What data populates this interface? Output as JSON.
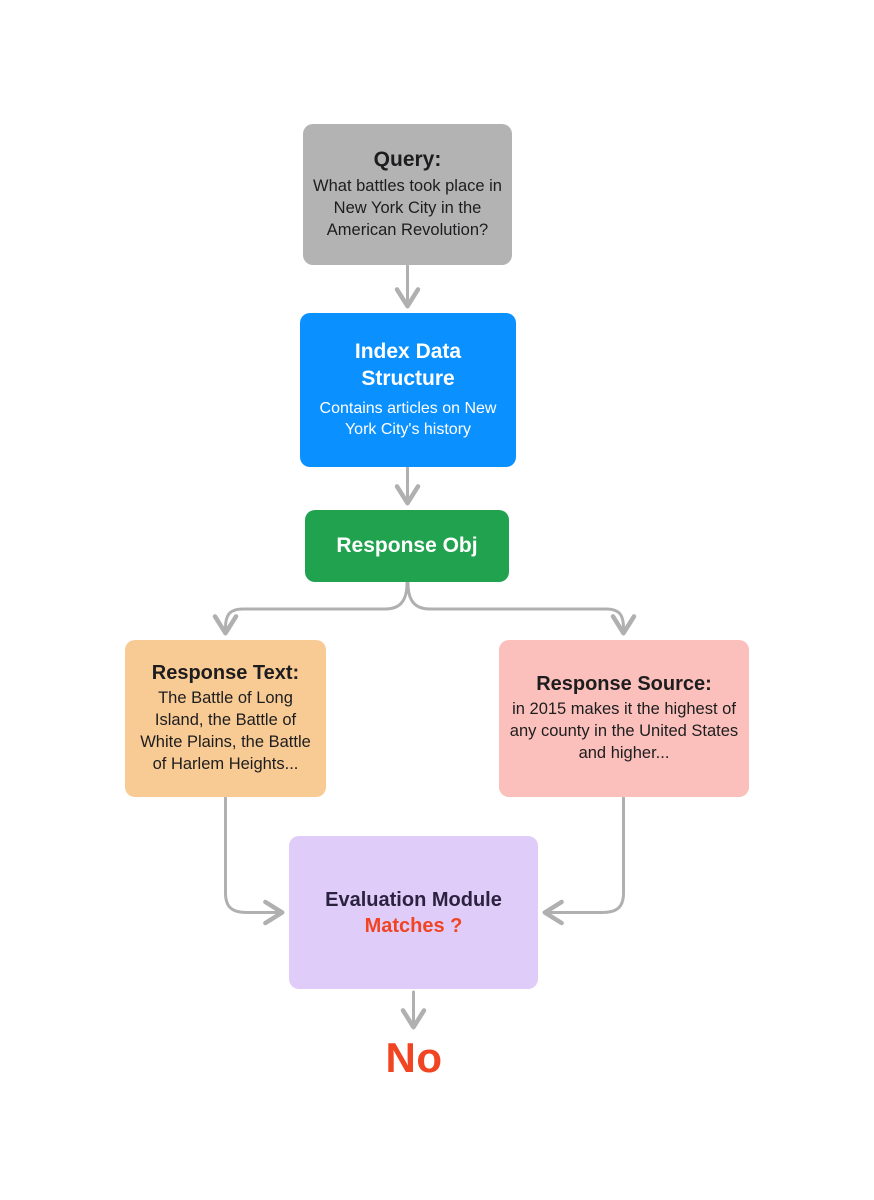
{
  "diagram": {
    "background_color": "#ffffff",
    "connector_color": "#b0b0b0",
    "nodes": {
      "query": {
        "title": "Query:",
        "body": "What battles took place in New York City in the American Revolution?",
        "color": "#b3b3b3",
        "text_color": "#1d1d1f"
      },
      "index": {
        "title": "Index Data Structure",
        "body": "Contains articles on New York City's history",
        "color": "#0a90ff",
        "text_color": "#ffffff"
      },
      "response_obj": {
        "title": "Response Obj",
        "color": "#21a24f",
        "text_color": "#ffffff"
      },
      "response_text": {
        "title": "Response Text:",
        "body": "The Battle of Long Island, the Battle of White Plains, the Battle of Harlem Heights...",
        "color": "#f9cb94",
        "text_color": "#1d1d1f"
      },
      "response_source": {
        "title": "Response Source:",
        "body": "in 2015 makes it the highest of any county in the United States and higher...",
        "color": "#fbc0bb",
        "text_color": "#1d1d1f"
      },
      "evaluation": {
        "title": "Evaluation Module",
        "question": "Matches ?",
        "color": "#e0ccf9",
        "text_color": "#2b2240",
        "question_color": "#f04423"
      }
    },
    "verdict": {
      "label": "No",
      "color": "#f04423"
    },
    "edges": [
      {
        "name": "query-to-index",
        "from": "query",
        "to": "index"
      },
      {
        "name": "index-to-response-obj",
        "from": "index",
        "to": "response_obj"
      },
      {
        "name": "response-obj-to-response-text",
        "from": "response_obj",
        "to": "response_text"
      },
      {
        "name": "response-obj-to-response-source",
        "from": "response_obj",
        "to": "response_source"
      },
      {
        "name": "response-text-to-evaluation",
        "from": "response_text",
        "to": "evaluation"
      },
      {
        "name": "response-source-to-evaluation",
        "from": "response_source",
        "to": "evaluation"
      },
      {
        "name": "evaluation-to-verdict",
        "from": "evaluation",
        "to": "verdict"
      }
    ]
  }
}
